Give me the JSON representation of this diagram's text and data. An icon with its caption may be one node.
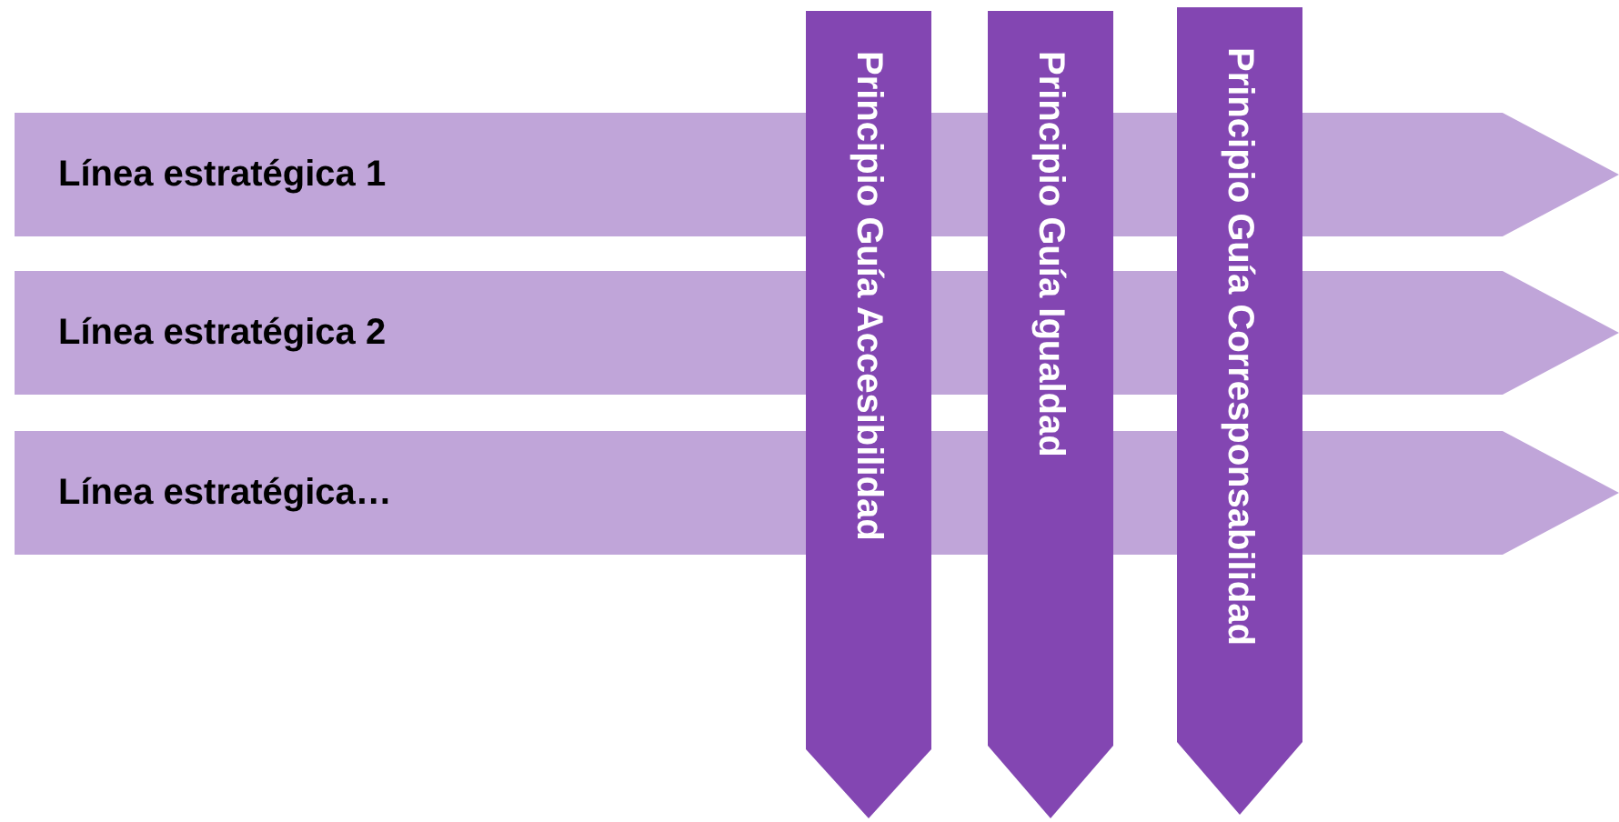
{
  "diagram": {
    "nodes": [
      {
        "text": [
          "Línea estratégica 1"
        ]
      },
      {
        "text": [
          "Línea estratégica 2"
        ]
      },
      {
        "text": [
          "Línea estratégica…"
        ]
      },
      {
        "text": [
          "Principio Guía Accesibilidad"
        ]
      },
      {
        "text": [
          "Principio Guía Igualdad"
        ]
      },
      {
        "text": [
          "Principio Guía Corresponsabilidad"
        ]
      }
    ]
  }
}
